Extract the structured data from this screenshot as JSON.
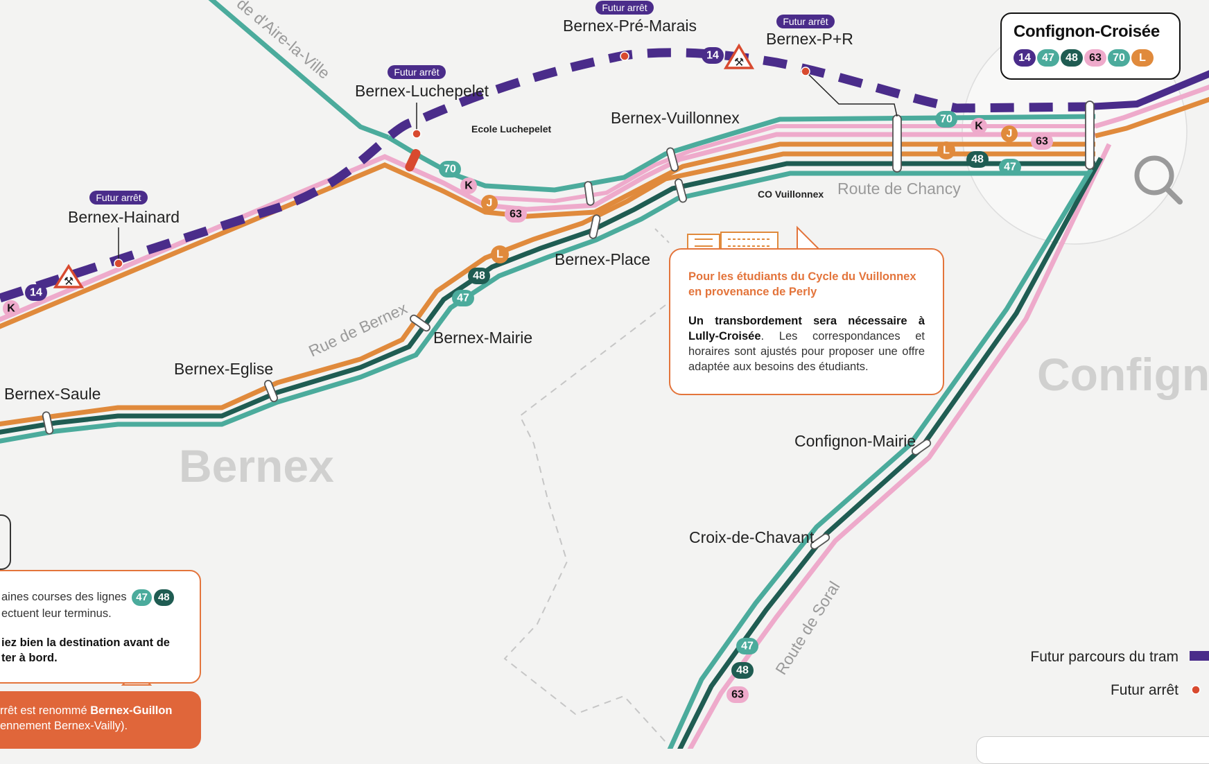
{
  "colors": {
    "background": "#f3f3f2",
    "tram": "#4a2c8a",
    "line_teal": "#4bab9c",
    "line_darkgreen": "#1f5c52",
    "line_pink": "#eeaacb",
    "line_orange": "#e08a3c",
    "future_stop": "#d84a2f",
    "accent_orange": "#e3743b",
    "area_label": "#d0d0cf"
  },
  "areas": {
    "bernex": "Bernex",
    "confignon": "Confignon"
  },
  "streets": {
    "aire_la_ville": "de d'Aire-la-Ville",
    "rue_de_bernex": "Rue de Bernex",
    "route_de_chancy": "Route de Chancy",
    "route_de_soral": "Route de Soral"
  },
  "stops": {
    "bernex_saule": "Bernex-Saule",
    "bernex_eglise": "Bernex-Eglise",
    "bernex_mairie": "Bernex-Mairie",
    "bernex_place": "Bernex-Place",
    "bernex_vuillonnex": "Bernex-Vuillonnex",
    "confignon_mairie": "Confignon-Mairie",
    "croix_de_chavant": "Croix-de-Chavant"
  },
  "future_stops": {
    "tag": "Futur arrêt",
    "hainard": "Bernex-Hainard",
    "luchepelet": "Bernex-Luchepelet",
    "pre_marais": "Bernex-Pré-Marais",
    "p_r": "Bernex-P+R"
  },
  "pois": {
    "ecole": "Ecole Luchepelet",
    "co": "CO Vuillonnex"
  },
  "confignon_croisee": {
    "title": "Confignon-Croisée",
    "lines": [
      {
        "label": "14",
        "bg": "#4a2c8a",
        "fg": "#ffffff"
      },
      {
        "label": "47",
        "bg": "#4bab9c",
        "fg": "#ffffff"
      },
      {
        "label": "48",
        "bg": "#1f5c52",
        "fg": "#ffffff"
      },
      {
        "label": "63",
        "bg": "#eeaacb",
        "fg": "#111111"
      },
      {
        "label": "70",
        "bg": "#4bab9c",
        "fg": "#ffffff"
      },
      {
        "label": "L",
        "bg": "#e08a3c",
        "fg": "#ffffff"
      }
    ]
  },
  "line_badges": {
    "b14": "14",
    "b47": "47",
    "b48": "48",
    "b63": "63",
    "b70": "70",
    "bK": "K",
    "bJ": "J",
    "bL": "L"
  },
  "student_card": {
    "title": "Pour les étudiants du Cycle du Vuillonnex en provenance de Perly",
    "bold": "Un transbordement sera nécessaire à Lully-Croisée",
    "rest": ". Les correspondances et horaires sont ajustés pour proposer une offre adaptée aux besoins des étudiants."
  },
  "lines_card": {
    "line1": "aines courses des lignes",
    "badge1": "47",
    "badge2": "48",
    "line2": "ectuent leur terminus.",
    "bold": "iez bien la destination avant de ter à bord."
  },
  "rename_card": {
    "prefix": "rrêt est renommé ",
    "name": "Bernex-Guillon",
    "suffix": "ennement Bernex-Vailly)."
  },
  "legend": {
    "tram": "Futur parcours du tram",
    "stop": "Futur arrêt"
  }
}
